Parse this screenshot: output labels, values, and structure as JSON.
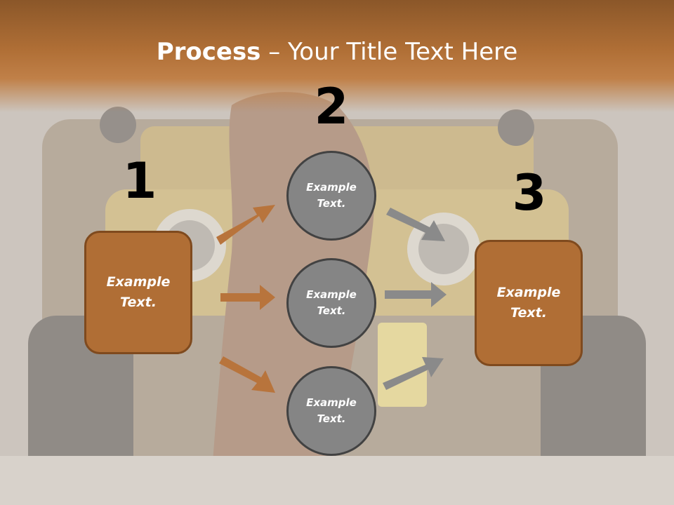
{
  "title": {
    "strong": "Process",
    "rest": " – Your Title Text Here"
  },
  "steps": {
    "one": "1",
    "two": "2",
    "three": "3"
  },
  "nodes": {
    "left_box": "Example Text.",
    "circle_top": "Example Text.",
    "circle_middle": "Example Text.",
    "circle_bottom": "Example Text.",
    "right_box": "Example Text."
  },
  "colors": {
    "header": "#b06f36",
    "box_fill": "#b06e35",
    "box_border": "#7f4a1e",
    "circle_fill": "#858585",
    "circle_border": "#424242",
    "arrow_orange": "#b8743c",
    "arrow_gray": "#8a8a8a"
  }
}
